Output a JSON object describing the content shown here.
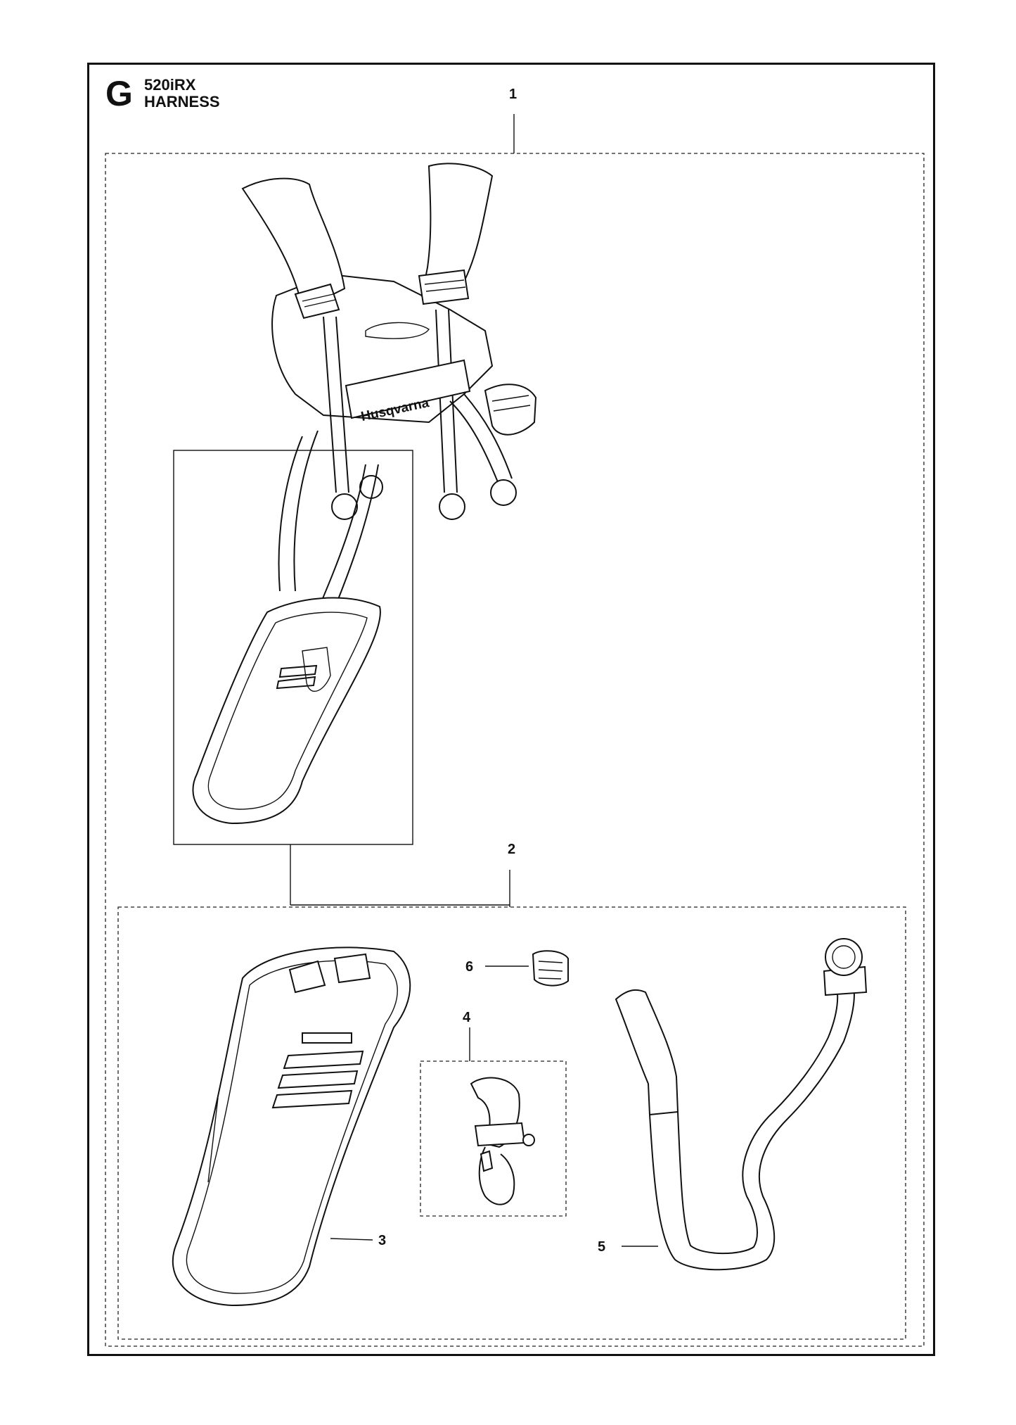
{
  "header": {
    "section_letter": "G",
    "model": "520iRX",
    "title": "HARNESS"
  },
  "callouts": [
    {
      "id": "c1",
      "label": "1"
    },
    {
      "id": "c2",
      "label": "2"
    },
    {
      "id": "c3",
      "label": "3"
    },
    {
      "id": "c4",
      "label": "4"
    },
    {
      "id": "c5",
      "label": "5"
    },
    {
      "id": "c6",
      "label": "6"
    }
  ],
  "logo_text": "Husqvarna"
}
